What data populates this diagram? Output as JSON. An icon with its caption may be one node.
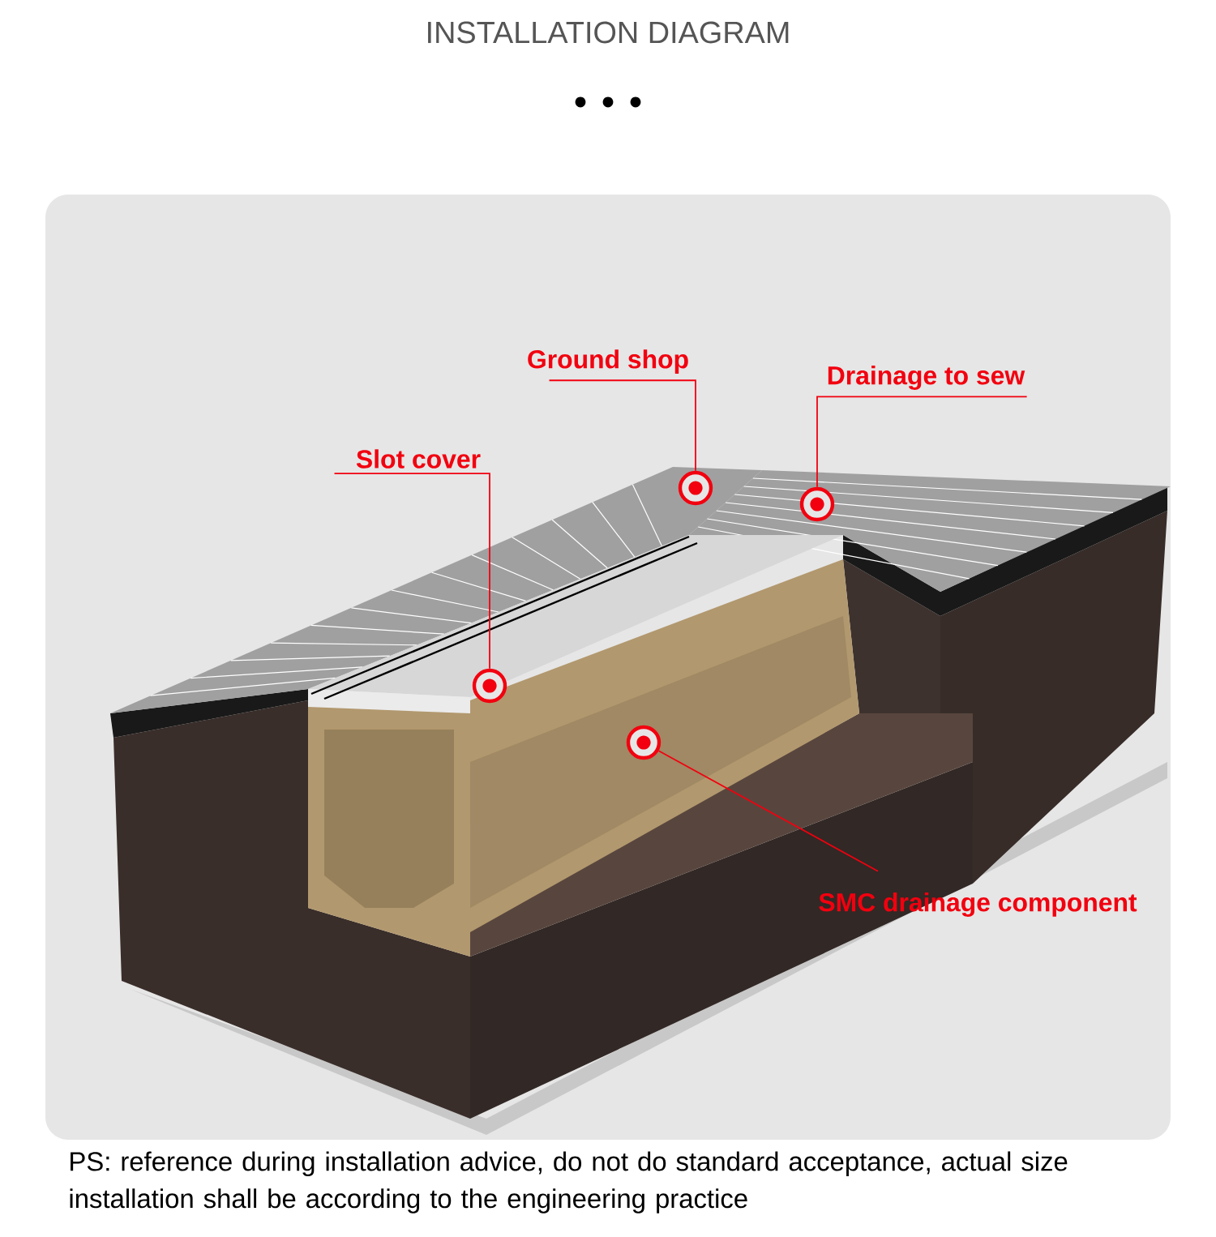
{
  "diagram": {
    "title": "INSTALLATION DIAGRAM",
    "caption": "PS: reference during installation advice, do not do standard acceptance, actual size installation shall be according to the engineering practice",
    "nodes": [
      {
        "text": [
          "Ground shop"
        ]
      },
      {
        "text": [],
        "shape": "circle"
      },
      {
        "text": [
          "Drainage to sew"
        ]
      },
      {
        "text": [],
        "shape": "circle"
      },
      {
        "text": [
          "Slot cover"
        ]
      },
      {
        "text": [],
        "shape": "circle"
      },
      {
        "text": [],
        "shape": "circle"
      },
      {
        "text": [
          "SMC drainage component"
        ]
      }
    ],
    "edges": [
      {
        "from": 0,
        "to": 1,
        "arrow": "none"
      },
      {
        "from": 2,
        "to": 3,
        "arrow": "none"
      },
      {
        "from": 4,
        "to": 5,
        "arrow": "none"
      },
      {
        "from": 7,
        "to": 6,
        "arrow": "none"
      }
    ]
  }
}
